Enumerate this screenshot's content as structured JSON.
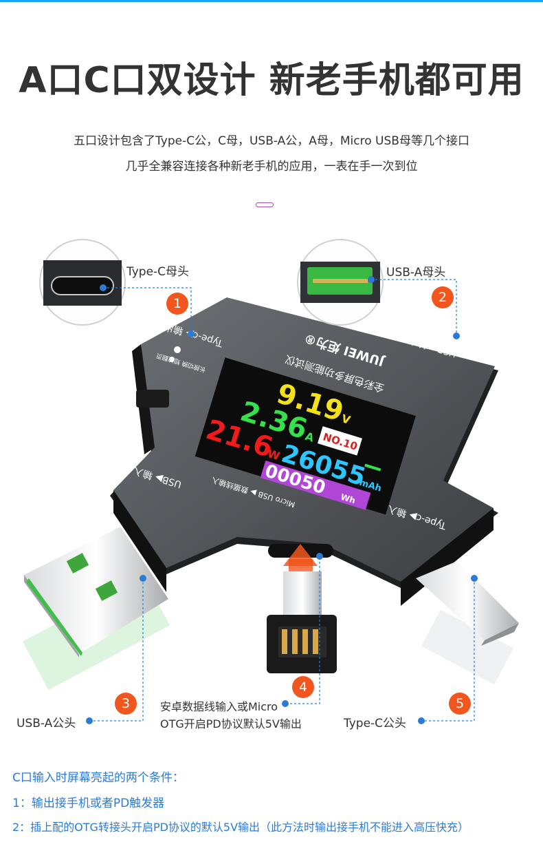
{
  "title": "A口C口双设计 新老手机都可用",
  "description": [
    "五口设计包含了Type-C公，C母，USB-A公，A母，Micro USB母等几个接口",
    "几乎全兼容连接各种新老手机的应用，一表在手一次到位"
  ],
  "callouts": [
    {
      "number": "1",
      "label": "Type-C母头"
    },
    {
      "number": "2",
      "label": "USB-A母头"
    },
    {
      "number": "3",
      "label": "USB-A公头"
    },
    {
      "number": "4",
      "label_lines": [
        "安卓数据线输入或Micro",
        "OTG开启PD协议默认5V输出"
      ]
    },
    {
      "number": "5",
      "label": "Type-C公头"
    }
  ],
  "device": {
    "brand": "JUWEI 炬为®",
    "model_text": "全彩色屏多功能测试仪",
    "port_labels": {
      "type_c_output": "Type-c▶ 输出",
      "usb_output": "USB▶ 输出",
      "usb_input": "USB▶ 输入",
      "type_c_input": "Type-c▶ 输入",
      "micro_input": "Micro USB ▶ 数据线输入"
    },
    "button_hint": "长按切换 短按翻页",
    "screen": {
      "voltage": "9.19",
      "voltage_unit": "V",
      "current": "2.36",
      "current_unit": "A",
      "power": "21.6",
      "power_unit": "W",
      "group": "NO.10",
      "capacity": "26055",
      "capacity_unit": "mAh",
      "energy": "00050",
      "energy_unit": "Wh"
    }
  },
  "notes": [
    "C口输入时屏幕亮起的两个条件：",
    "1：输出接手机或者PD触发器",
    "2：插上配的OTG转接头开启PD协议的默认5V输出（此方法时输出接手机不能进入高压快充）"
  ],
  "colors": {
    "accent_blue": "#2b7bd6",
    "badge_orange": "#f0561d",
    "title_gray": "#333333"
  }
}
